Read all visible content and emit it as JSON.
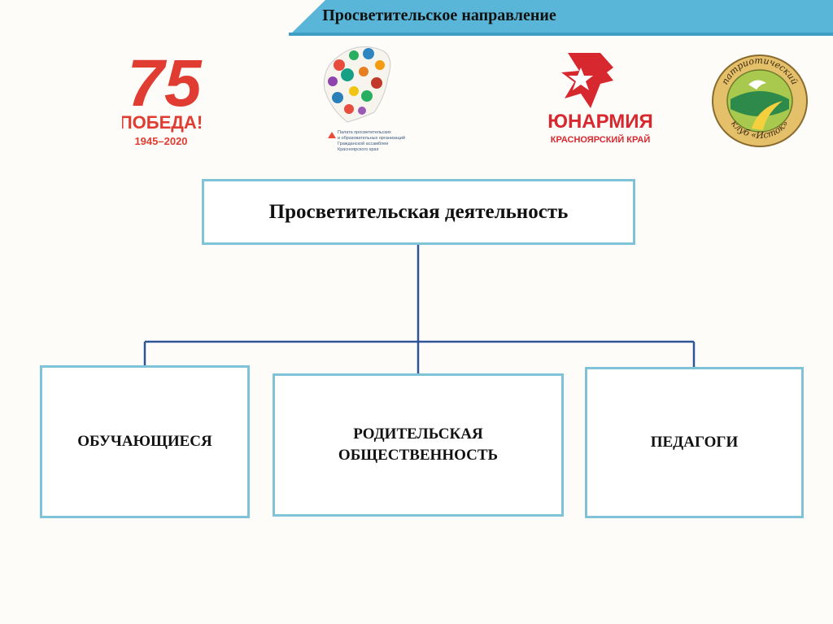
{
  "header": {
    "title": "Просветительское направление",
    "accent_color": "#5ab6d9"
  },
  "logos": [
    {
      "name": "pobeda-75-logo",
      "lines": [
        "75",
        "ПОБЕДА!",
        "1945–2020"
      ],
      "color": "#e03c31"
    },
    {
      "name": "chamber-logo",
      "lines": [
        "Палата просветительских",
        "и образовательных организаций",
        "Гражданской ассамблеи",
        "Красноярского края"
      ]
    },
    {
      "name": "yunarmiya-logo",
      "lines": [
        "ЮНАРМИЯ",
        "КРАСНОЯРСКИЙ КРАЙ"
      ],
      "color": "#d7282f"
    },
    {
      "name": "istok-club-logo",
      "lines": [
        "патриотический",
        "клуб «Исток»"
      ]
    }
  ],
  "diagram": {
    "root": "Просветительская деятельность",
    "children": [
      {
        "label": "ОБУЧАЮЩИЕСЯ"
      },
      {
        "label": "РОДИТЕЛЬСКАЯ ОБЩЕСТВЕННОСТЬ"
      },
      {
        "label": "ПЕДАГОГИ"
      }
    ],
    "border_color": "#7fc3d8",
    "connector_color": "#2f5597"
  }
}
